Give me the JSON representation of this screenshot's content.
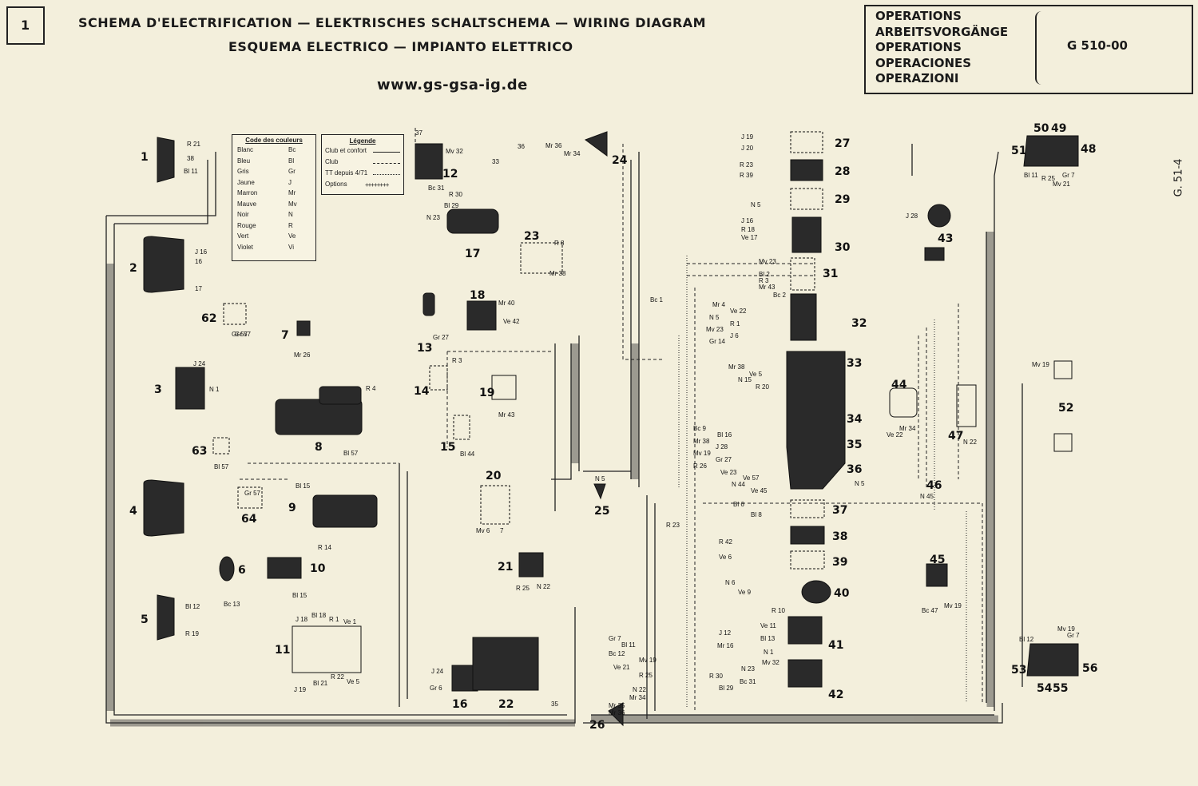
{
  "header": {
    "page_number": "1",
    "title_line1": "SCHEMA D'ELECTRIFICATION  —  ELEKTRISCHES SCHALTSCHEMA  —  WIRING DIAGRAM",
    "title_line2": "ESQUEMA ELECTRICO  —  IMPIANTO ELETTRICO",
    "website": "www.gs-gsa-ig.de"
  },
  "operations": {
    "lines": [
      "OPERATIONS",
      "ARBEITSVORGÄNGE",
      "OPERATIONS",
      "OPERACIONES",
      "OPERAZIONI"
    ],
    "code": "G 510-00",
    "side_ref": "G. 51-4"
  },
  "color_code": {
    "title": "Code des couleurs",
    "rows": [
      {
        "name": "Blanc",
        "code": "Bc"
      },
      {
        "name": "Bleu",
        "code": "Bl"
      },
      {
        "name": "Gris",
        "code": "Gr"
      },
      {
        "name": "Jaune",
        "code": "J"
      },
      {
        "name": "Marron",
        "code": "Mr"
      },
      {
        "name": "Mauve",
        "code": "Mv"
      },
      {
        "name": "Noir",
        "code": "N"
      },
      {
        "name": "Rouge",
        "code": "R"
      },
      {
        "name": "Vert",
        "code": "Ve"
      },
      {
        "name": "Violet",
        "code": "Vi"
      }
    ]
  },
  "legend": {
    "title": "Légende",
    "rows": [
      {
        "label": "Club et confort",
        "style": "solid"
      },
      {
        "label": "Club",
        "style": "dashed"
      },
      {
        "label": "TT depuis 4/71",
        "style": "dotted"
      },
      {
        "label": "Options",
        "style": "plus"
      }
    ]
  },
  "components": [
    {
      "n": "1"
    },
    {
      "n": "2"
    },
    {
      "n": "3"
    },
    {
      "n": "4"
    },
    {
      "n": "5"
    },
    {
      "n": "6"
    },
    {
      "n": "7"
    },
    {
      "n": "8"
    },
    {
      "n": "9"
    },
    {
      "n": "10"
    },
    {
      "n": "11"
    },
    {
      "n": "12"
    },
    {
      "n": "13"
    },
    {
      "n": "14"
    },
    {
      "n": "15"
    },
    {
      "n": "16"
    },
    {
      "n": "17"
    },
    {
      "n": "18"
    },
    {
      "n": "19"
    },
    {
      "n": "20"
    },
    {
      "n": "21"
    },
    {
      "n": "22"
    },
    {
      "n": "23"
    },
    {
      "n": "24"
    },
    {
      "n": "25"
    },
    {
      "n": "26"
    },
    {
      "n": "27"
    },
    {
      "n": "28"
    },
    {
      "n": "29"
    },
    {
      "n": "30"
    },
    {
      "n": "31"
    },
    {
      "n": "32"
    },
    {
      "n": "33"
    },
    {
      "n": "34"
    },
    {
      "n": "35"
    },
    {
      "n": "36"
    },
    {
      "n": "37"
    },
    {
      "n": "38"
    },
    {
      "n": "39"
    },
    {
      "n": "40"
    },
    {
      "n": "41"
    },
    {
      "n": "42"
    },
    {
      "n": "43"
    },
    {
      "n": "44"
    },
    {
      "n": "45"
    },
    {
      "n": "46"
    },
    {
      "n": "47"
    },
    {
      "n": "48"
    },
    {
      "n": "49"
    },
    {
      "n": "50"
    },
    {
      "n": "51"
    },
    {
      "n": "52"
    },
    {
      "n": "53"
    },
    {
      "n": "54"
    },
    {
      "n": "55"
    },
    {
      "n": "56"
    },
    {
      "n": "62"
    },
    {
      "n": "63"
    },
    {
      "n": "64"
    }
  ],
  "wire_labels": [
    "R 21",
    "38",
    "Bl 11",
    "J 16",
    "16",
    "17",
    "J 24",
    "N 1",
    "Bl 12",
    "R 19",
    "Mr 26",
    "Gr 57",
    "Bl 57",
    "Bl 15",
    "R 14",
    "Bl 15",
    "Bc 13",
    "J 18",
    "Bl 18",
    "R 1",
    "Ve 1",
    "J 19",
    "Bl 21",
    "R 22",
    "Ve 5",
    "37",
    "Mv 32",
    "36",
    "Mr 36",
    "Mr 34",
    "33",
    "Bc 31",
    "R 30",
    "N 23",
    "Bl 29",
    "R 8",
    "Mr 38",
    "Mr 40",
    "Ve 42",
    "Gr 27",
    "R 3",
    "Mr 43",
    "Bl 44",
    "Mv 6",
    "7",
    "R 25",
    "N 22",
    "Gr 6",
    "35",
    "N 5",
    "J 19",
    "J 20",
    "R 23",
    "R 39",
    "N 5",
    "J 16",
    "R 18",
    "Ve 17",
    "Mv 23",
    "Bl 2",
    "R 3",
    "Mr 43",
    "Bc 1",
    "Bc 2",
    "Mr 4",
    "Ve 22",
    "N 5",
    "R 1",
    "Mv 23",
    "J 6",
    "Gr 14",
    "Mr 38",
    "Ve 5",
    "N 15",
    "R 20",
    "Bc 9",
    "Bl 16",
    "Mr 38",
    "J 28",
    "Mv 19",
    "Gr 27",
    "R 26",
    "Ve 23",
    "Ve 57",
    "N 44",
    "Ve 45",
    "Bl 6",
    "Bl 8",
    "R 42",
    "Ve 6",
    "N 6",
    "Ve 9",
    "R 10",
    "J 12",
    "Ve 11",
    "Bl 13",
    "Mr 16",
    "N 1",
    "Gr 7",
    "Bl 11",
    "Bc 12",
    "Mv 19",
    "Ve 21",
    "R 25",
    "N 22",
    "Mr 34",
    "Mr 35",
    "Mr 36",
    "Mv 32",
    "N 23",
    "R 30",
    "Bc 31",
    "Bl 29",
    "J 28",
    "Bl 11",
    "R 25",
    "Mv 21",
    "Gr 7",
    "N 45",
    "Ve 22",
    "Mr 34",
    "N 22",
    "Bc 47",
    "Mv 19",
    "Mv 19",
    "Bl 12",
    "Mv 19",
    "Gr 7",
    "R 23",
    "Gr 57",
    "Gr 57",
    "Bl 57",
    "N 5",
    "J 24",
    "R 4"
  ]
}
